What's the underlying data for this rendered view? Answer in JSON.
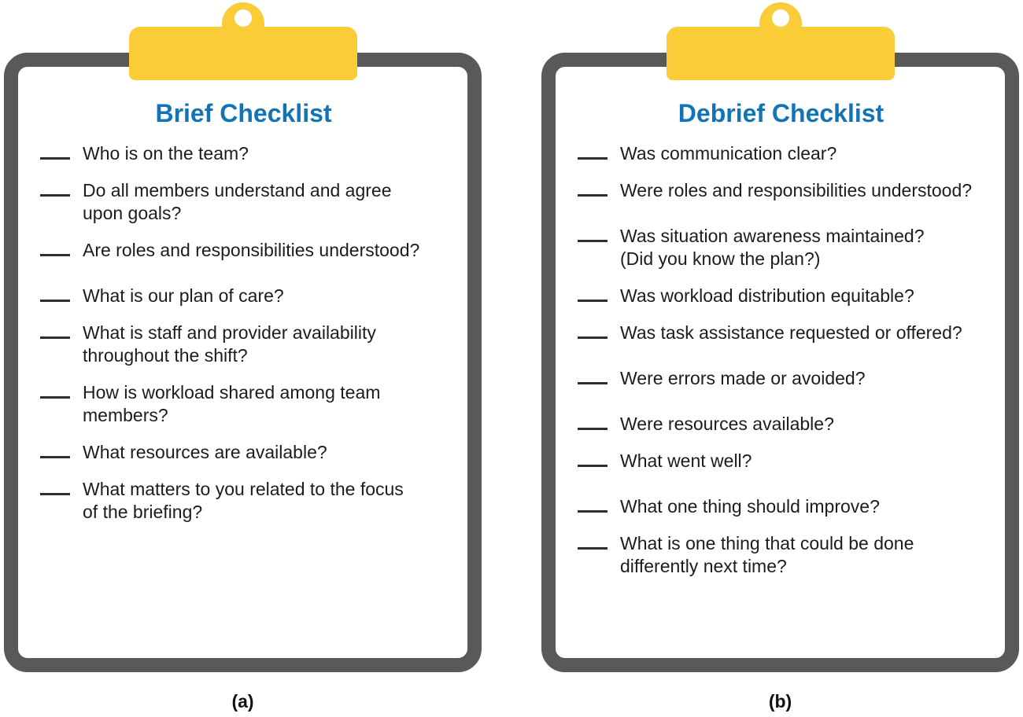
{
  "figure": {
    "background": "#ffffff",
    "colors": {
      "clip_yellow": "#FACC38",
      "board_border_gray": "#595959",
      "title_blue": "#1273B6",
      "text_dark": "#1c1c1c",
      "blank_line": "#2f2f2f"
    },
    "clipboards": [
      {
        "id": "a",
        "title": "Brief Checklist",
        "caption": "(a)",
        "items": [
          {
            "text": "Who is on the team?",
            "gap_before": false
          },
          {
            "text": "Do all members understand and agree\nupon goals?",
            "gap_before": false
          },
          {
            "text": "Are roles and responsibilities understood?",
            "gap_before": false
          },
          {
            "text": "What is our plan of care?",
            "gap_before": true
          },
          {
            "text": "What is staff and provider availability\nthroughout the shift?",
            "gap_before": false
          },
          {
            "text": "How is workload shared among team\nmembers?",
            "gap_before": false
          },
          {
            "text": "What resources are available?",
            "gap_before": false
          },
          {
            "text": "What matters to you related to the focus\nof the briefing?",
            "gap_before": false
          }
        ]
      },
      {
        "id": "b",
        "title": "Debrief Checklist",
        "caption": "(b)",
        "items": [
          {
            "text": "Was communication clear?",
            "gap_before": false
          },
          {
            "text": "Were roles and responsibilities understood?",
            "gap_before": false
          },
          {
            "text": "Was situation awareness maintained?\n(Did you know the plan?)",
            "gap_before": true
          },
          {
            "text": "Was workload distribution equitable?",
            "gap_before": false
          },
          {
            "text": "Was task assistance requested or offered?",
            "gap_before": false
          },
          {
            "text": "Were errors made or avoided?",
            "gap_before": true
          },
          {
            "text": "Were resources available?",
            "gap_before": true
          },
          {
            "text": "What went well?",
            "gap_before": false
          },
          {
            "text": "What one thing should improve?",
            "gap_before": true
          },
          {
            "text": "What is one thing that could be done\ndifferently next time?",
            "gap_before": false
          }
        ]
      }
    ]
  }
}
